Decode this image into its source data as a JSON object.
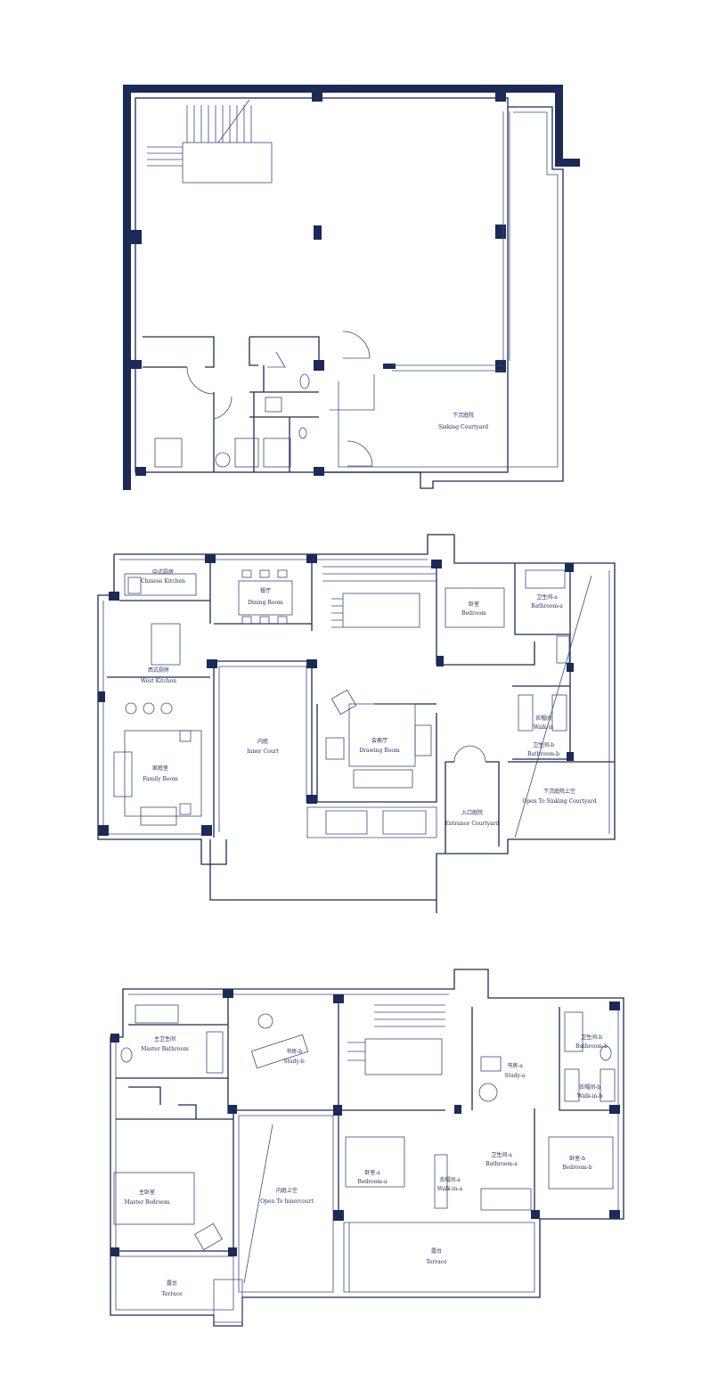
{
  "colors": {
    "wall": "#1b2a57",
    "line": "#3d4b7c",
    "background": "#ffffff"
  },
  "basement": {
    "sinking_courtyard_cn": "下沉庭院",
    "sinking_courtyard_en": "Sinking Courtyard"
  },
  "ground_floor": {
    "chinese_kitchen_cn": "中式厨房",
    "chinese_kitchen_en": "Chinese Kitchen",
    "dining_room_cn": "餐厅",
    "dining_room_en": "Dining Room",
    "bedroom_cn": "卧室",
    "bedroom_en": "Bedroom",
    "bathroom_a_cn": "卫生间-a",
    "bathroom_a_en": "Bathroom-a",
    "west_kitchen_cn": "西式厨房",
    "west_kitchen_en": "West Kitchen",
    "walk_in_cn": "衣帽间",
    "walk_in_en": "Walk-in",
    "bathroom_b_cn": "卫生间-b",
    "bathroom_b_en": "Bathroom-b",
    "inner_court_cn": "内庭",
    "inner_court_en": "Inner Court",
    "drawing_room_cn": "会客厅",
    "drawing_room_en": "Drawing Room",
    "family_room_cn": "家庭室",
    "family_room_en": "Family Room",
    "open_to_sinking_cn": "下沉庭院上空",
    "open_to_sinking_en": "Open To Sinking Courtyard",
    "entrance_courtyard_cn": "入口庭院",
    "entrance_courtyard_en": "Entrance Courtyard"
  },
  "upper_floor": {
    "master_bathroom_cn": "主卫生间",
    "master_bathroom_en": "Master Bathroom",
    "study_b_cn": "书房-b",
    "study_b_en": "Study-b",
    "study_a_cn": "书房-a",
    "study_a_en": "Study-a",
    "bathroom_b_cn": "卫生间-b",
    "bathroom_b_en": "Bathroom-b",
    "walk_in_b_cn": "衣帽间-b",
    "walk_in_b_en": "Walk-in-b",
    "bedroom_a_cn": "卧室-a",
    "bedroom_a_en": "Bedroom-a",
    "walk_in_a_cn": "衣帽间-a",
    "walk_in_a_en": "Walk-in-a",
    "bathroom_a_cn": "卫生间-a",
    "bathroom_a_en": "Bathroom-a",
    "bedroom_b_cn": "卧室-b",
    "bedroom_b_en": "Bedroom-b",
    "master_bedroom_cn": "主卧室",
    "master_bedroom_en": "Master Bedroom",
    "open_to_innercourt_cn": "内庭上空",
    "open_to_innercourt_en": "Open To Innercourt",
    "terrace_left_cn": "露台",
    "terrace_left_en": "Terrace",
    "terrace_right_cn": "露台",
    "terrace_right_en": "Terrace"
  }
}
